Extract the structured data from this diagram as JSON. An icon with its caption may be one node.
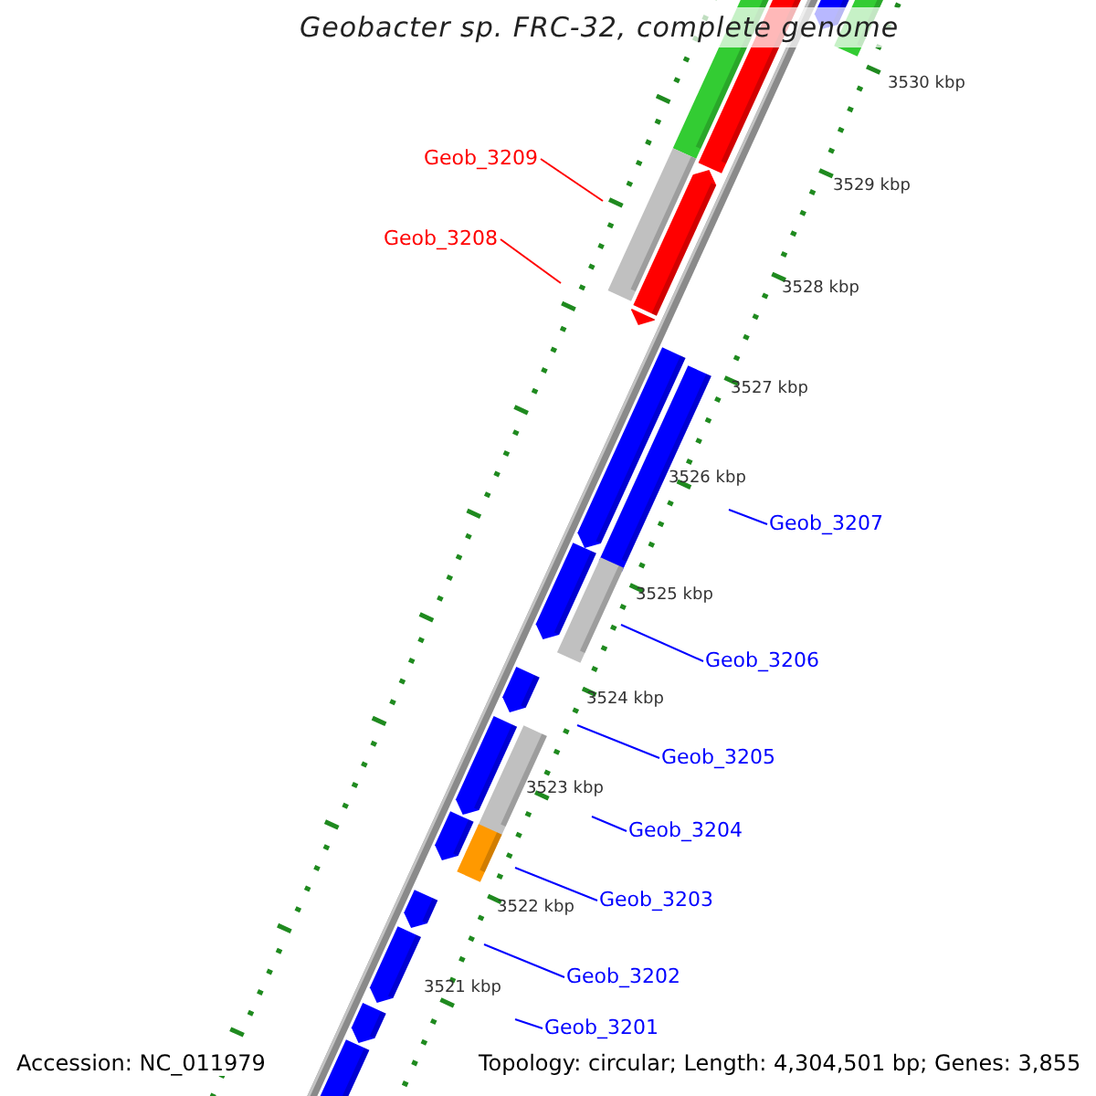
{
  "diagram": {
    "title": "Geobacter sp. FRC-32, complete genome",
    "nodes": [
      {
        "text": [
          "Geob_3209"
        ]
      },
      {
        "text": [
          "Geob_3208"
        ]
      },
      {
        "text": [
          "Geob_3207"
        ]
      },
      {
        "text": [
          "Geob_3206"
        ]
      },
      {
        "text": [
          "Geob_3205"
        ]
      },
      {
        "text": [
          "Geob_3204"
        ]
      },
      {
        "text": [
          "Geob_3203"
        ]
      },
      {
        "text": [
          "Geob_3202"
        ]
      },
      {
        "text": [
          "Geob_3201"
        ]
      }
    ],
    "edges": [
      {
        "from": 0,
        "to": null,
        "arrow": "none",
        "color": "#ff0000"
      },
      {
        "from": 1,
        "to": null,
        "arrow": "none",
        "color": "#ff0000"
      },
      {
        "from": 2,
        "to": null,
        "arrow": "none"
      },
      {
        "from": 3,
        "to": null,
        "arrow": "none"
      },
      {
        "from": 4,
        "to": null,
        "arrow": "none"
      },
      {
        "from": 5,
        "to": null,
        "arrow": "none"
      },
      {
        "from": 6,
        "to": null,
        "arrow": "none"
      },
      {
        "from": 7,
        "to": null,
        "arrow": "none"
      },
      {
        "from": 8,
        "to": null,
        "arrow": "none"
      }
    ],
    "labels": [
      "3530 kbp",
      "3529 kbp",
      "3528 kbp",
      "3527 kbp",
      "3526 kbp",
      "3525 kbp",
      "3524 kbp",
      "3523 kbp",
      "3522 kbp",
      "3521 kbp",
      "Accession: NC_011979",
      "Topology: circular; Length: 4,304,501 bp; Genes: 3,855"
    ]
  }
}
